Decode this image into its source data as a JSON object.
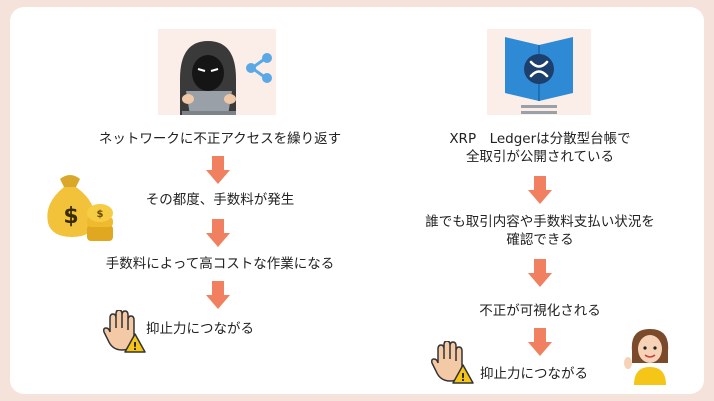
{
  "left": {
    "step1": "ネットワークに不正アクセスを繰り返す",
    "step2": "その都度、手数料が発生",
    "step3": "手数料によって高コストな作業になる",
    "step4": "抑止力につながる"
  },
  "right": {
    "step1_line1": "XRP　Ledgerは分散型台帳で",
    "step1_line2": "全取引が公開されている",
    "step2_line1": "誰でも取引内容や手数料支払い状況を",
    "step2_line2": "確認できる",
    "step3": "不正が可視化される",
    "step4": "抑止力につながる"
  },
  "colors": {
    "arrow": "#f08060",
    "background": "#f4e2db",
    "card": "#ffffff"
  },
  "icons": [
    "hacker-icon",
    "share-icon",
    "money-bag-icon",
    "coin-stack-icon",
    "hand-stop-icon",
    "warning-icon",
    "ledger-book-icon",
    "xrp-logo-icon",
    "woman-waving-icon"
  ]
}
